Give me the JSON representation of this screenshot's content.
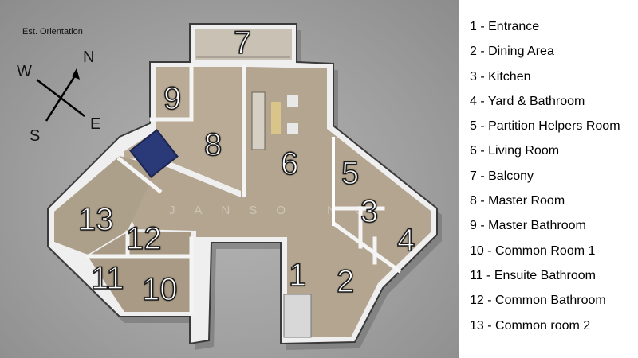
{
  "orientation": {
    "title": "Est. Orientation",
    "north": "N",
    "south": "S",
    "east": "E",
    "west": "W"
  },
  "watermark": "JANSO     NG",
  "rooms": [
    {
      "number": "1"
    },
    {
      "number": "2"
    },
    {
      "number": "3"
    },
    {
      "number": "4"
    },
    {
      "number": "5"
    },
    {
      "number": "6"
    },
    {
      "number": "7"
    },
    {
      "number": "8"
    },
    {
      "number": "9"
    },
    {
      "number": "10"
    },
    {
      "number": "11"
    },
    {
      "number": "12"
    },
    {
      "number": "13"
    }
  ],
  "legend": [
    "1 - Entrance",
    "2 - Dining Area",
    "3 - Kitchen",
    "4 - Yard & Bathroom",
    "5 - Partition Helpers Room",
    "6 - Living Room",
    "7 - Balcony",
    "8 - Master Room",
    "9 - Master Bathroom",
    "10 - Common Room 1",
    "11 - Ensuite Bathroom",
    "12 - Common Bathroom",
    "13 - Common room 2"
  ],
  "colors": {
    "floor": "#b3a58f",
    "wall": "#f2f2f2",
    "sofa": "#2a3a78"
  }
}
